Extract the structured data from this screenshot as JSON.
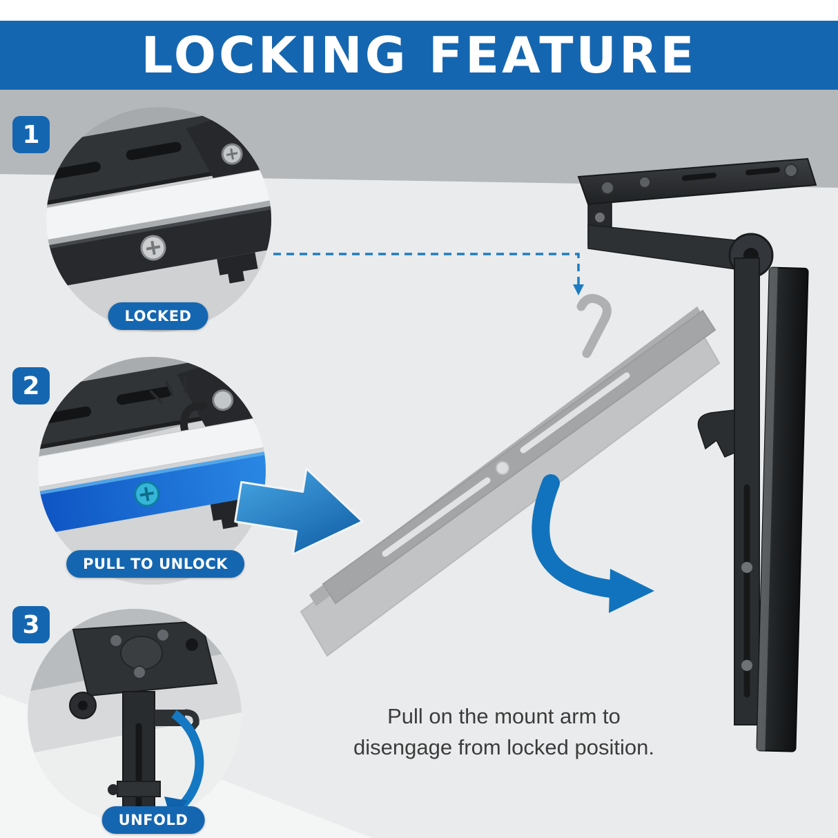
{
  "header": {
    "title": "LOCKING FEATURE"
  },
  "steps": [
    {
      "number": "1",
      "label": "LOCKED"
    },
    {
      "number": "2",
      "label": "PULL TO UNLOCK"
    },
    {
      "number": "3",
      "label": "UNFOLD"
    }
  ],
  "caption": {
    "line1": "Pull on the mount arm to",
    "line2": "disengage from locked position."
  },
  "colors": {
    "accent_blue": "#1566b0",
    "arrow_light_blue": "#4aa9e6",
    "arrow_dark_blue": "#0b579f",
    "highlight_bar_blue": "#2e8fe8",
    "background_gray": "#eaebec",
    "band_gray": "#b5b8ba",
    "text_dark": "#3c3c3c"
  }
}
